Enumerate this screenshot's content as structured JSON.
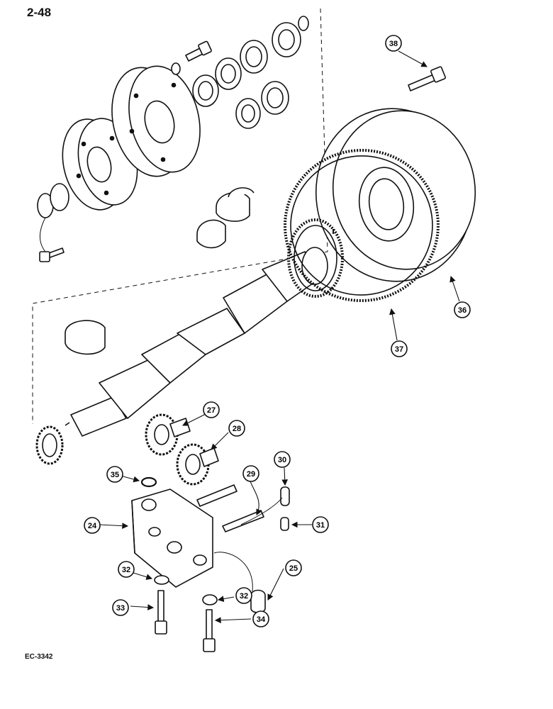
{
  "page_number": "2-48",
  "figure_code": "EC-3342",
  "callouts": [
    {
      "id": "c24",
      "label": "24"
    },
    {
      "id": "c25",
      "label": "25"
    },
    {
      "id": "c27",
      "label": "27"
    },
    {
      "id": "c28",
      "label": "28"
    },
    {
      "id": "c29",
      "label": "29"
    },
    {
      "id": "c30",
      "label": "30"
    },
    {
      "id": "c31",
      "label": "31"
    },
    {
      "id": "c32a",
      "label": "32"
    },
    {
      "id": "c32b",
      "label": "32"
    },
    {
      "id": "c33",
      "label": "33"
    },
    {
      "id": "c34",
      "label": "34"
    },
    {
      "id": "c35",
      "label": "35"
    },
    {
      "id": "c36",
      "label": "36"
    },
    {
      "id": "c37",
      "label": "37"
    },
    {
      "id": "c38",
      "label": "38"
    }
  ]
}
